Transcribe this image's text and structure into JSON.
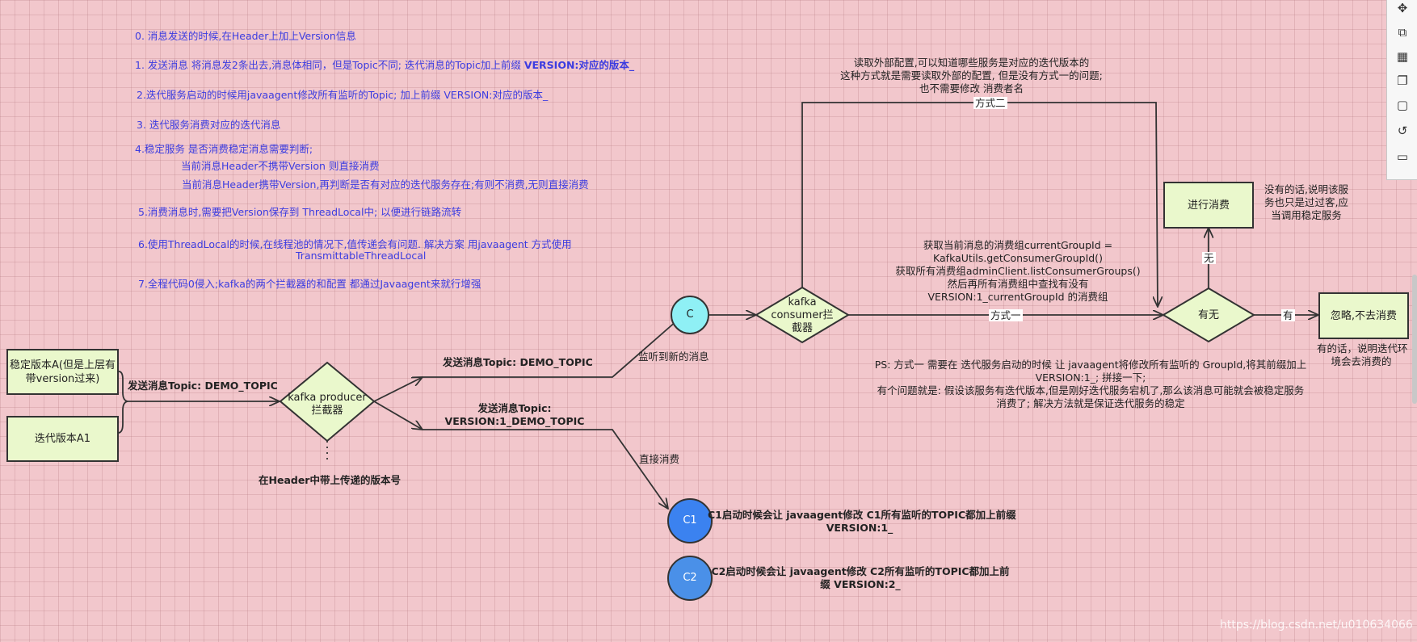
{
  "notes": [
    "0. 消息发送的时候,在Header上加上Version信息",
    "1. 发送消息 将消息发2条出去,消息体相同，但是Topic不同; 迭代消息的Topic加上前缀 ",
    "VERSION:对应的版本_",
    "2.迭代服务启动的时候用javaagent修改所有监听的Topic; 加上前缀 VERSION:对应的版本_",
    "3. 迭代服务消费对应的迭代消息",
    "4.稳定服务 是否消费稳定消息需要判断;",
    "当前消息Header不携带Version 则直接消费",
    "当前消息Header携带Version,再判断是否有对应的迭代服务存在;有则不消费,无则直接消费",
    "5.消费消息时,需要把Version保存到   ThreadLocal中; 以便进行链路流转",
    "6.使用ThreadLocal的时候,在线程池的情况下,值传递会有问题.  解决方案 用javaagent 方式使用",
    "TransmittableThreadLocal",
    "7.全程代码0侵入;kafka的两个拦截器的和配置 都通过Javaagent来就行增强"
  ],
  "nodes": {
    "stable_a": "稳定版本A(但是上层有带version过来)",
    "iter_a1": "迭代版本A1",
    "producer": "kafka producer拦截器",
    "consumer": "kafka consumer拦截器",
    "c": "C",
    "c1": "C1",
    "c2": "C2",
    "youwu": "有无",
    "consume": "进行消费",
    "ignore": "忽略,不去消费"
  },
  "labels": {
    "send_demo": "发送消息Topic: DEMO_TOPIC",
    "send_demo_upper": "发送消息Topic: DEMO_TOPIC",
    "send_version_1": "发送消息Topic:",
    "send_version_2": "VERSION:1_DEMO_TOPIC",
    "header_version": "在Header中带上传递的版本号",
    "listen_new": "监听到新的消息",
    "direct_consume": "直接消费",
    "c1_desc_1": "C1启动时候会让 javaagent修改 C1所有监听的TOPIC都加上前缀",
    "c1_desc_2": "VERSION:1_",
    "c2_desc_1": "C2启动时候会让 javaagent修改 C2所有监听的TOPIC都加上前",
    "c2_desc_2": "缀   VERSION:2_",
    "method2_desc_1": "读取外部配置,可以知道哪些服务是对应的迭代版本的",
    "method2_desc_2": "这种方式就是需要读取外部的配置, 但是没有方式一的问题;",
    "method2_desc_3": "也不需要修改 消费者名",
    "method2_tag": "方式二",
    "method1_desc_1": "获取当前消息的消费组currentGroupId =",
    "method1_desc_2": "KafkaUtils.getConsumerGroupId()",
    "method1_desc_3": "获取所有消费组adminClient.listConsumerGroups()",
    "method1_desc_4": "然后再所有消费组中查找有没有",
    "method1_desc_5": "VERSION:1_currentGroupId 的消费组",
    "method1_tag": "方式一",
    "ps_1": "PS: 方式一 需要在 迭代服务启动的时候 让 javaagent将修改所有监听的 GroupId,将其前缀加上",
    "ps_2": "VERSION:1_; 拼接一下;",
    "ps_3": "有个问题就是: 假设该服务有迭代版本,但是刚好迭代服务宕机了,那么该消息可能就会被稳定服务",
    "ps_4": "消费了; 解决方法就是保证迭代服务的稳定",
    "tag_wu": "无",
    "tag_you": "有",
    "no_desc_1": "没有的话,说明该服",
    "no_desc_2": "务也只是过过客,应",
    "no_desc_3": "当调用稳定服务",
    "yes_desc_1": "有的话，说明迭代环",
    "yes_desc_2": "境会去消费的"
  },
  "watermark": "https://blog.csdn.net/u010634066",
  "colors": {
    "background": "#f2c7cc",
    "note_text": "#3c3ce0",
    "box_fill": "#eaf8cc",
    "c_fill": "#8ff0f5",
    "c1_fill": "#3b82f0",
    "c2_fill": "#4a90e8"
  },
  "toolbar_icons": [
    "crosshair-icon",
    "image-edit-icon",
    "calendar-icon",
    "copy-icon",
    "page-icon",
    "history-icon",
    "comment-icon"
  ]
}
